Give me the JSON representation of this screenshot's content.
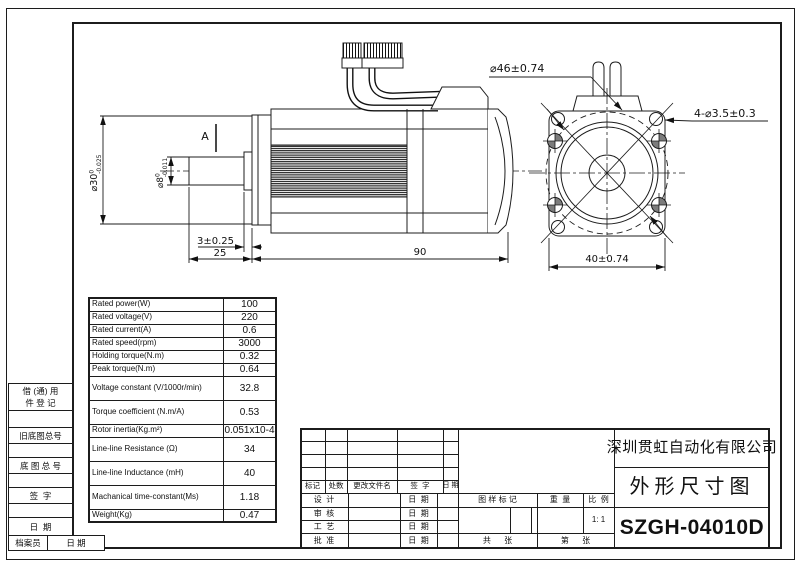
{
  "drawing": {
    "company": "深圳贯虹自动化有限公司",
    "title": "外形尺寸图",
    "model": "SZGH-04010D"
  },
  "spec_table": {
    "rows": [
      {
        "label": "Rated power(W)",
        "value": "100"
      },
      {
        "label": "Rated voltage(V)",
        "value": "220"
      },
      {
        "label": "Rated current(A)",
        "value": "0.6"
      },
      {
        "label": "Rated speed(rpm)",
        "value": "3000"
      },
      {
        "label": "Holding torque(N.m)",
        "value": "0.32"
      },
      {
        "label": "Peak torque(N.m)",
        "value": "0.64"
      },
      {
        "label": "Voltage constant (V/1000r/min)",
        "value": "32.8"
      },
      {
        "label": "Torque coefficient (N.m/A)",
        "value": "0.53"
      },
      {
        "label": "Rotor inertia(Kg.m²)",
        "value": "0.051x10-4"
      },
      {
        "label": "Line-line Resistance (Ω)",
        "value": "34"
      },
      {
        "label": "Line-line Inductance (mH)",
        "value": "40"
      },
      {
        "label": "Machanical time-constant(Ms)",
        "value": "1.18"
      },
      {
        "label": "Weight(Kg)",
        "value": "0.47"
      }
    ]
  },
  "dims": {
    "flange_pilot": {
      "base": "⌀30",
      "tol_upper": "0",
      "tol_lower": "-0.025"
    },
    "shaft_dia": {
      "base": "⌀8",
      "tol_upper": "0",
      "tol_lower": "-0.011"
    },
    "section_label": "A",
    "boss_length": "3±0.25",
    "shaft_length": "25",
    "body_length": "90",
    "pilot_circle": "⌀46±0.74",
    "mounting_holes": "4-⌀3.5±0.3",
    "hole_spacing": "40±0.74"
  },
  "title_block": {
    "rev_header": {
      "mark": "标记",
      "qty": "处数",
      "file": "更改文件名",
      "sign": "签  字",
      "date": "日 期"
    },
    "sign_rows": [
      {
        "label": "设  计",
        "date": "日  期"
      },
      {
        "label": "审  核",
        "date": "日  期"
      },
      {
        "label": "工  艺",
        "date": "日  期"
      },
      {
        "label": "批  准",
        "date": "日  期"
      }
    ],
    "stamp": {
      "mark": "图 样 标 记",
      "weight": "重  量",
      "scale_label": "比  例",
      "scale_value": "1: 1",
      "total_sheets": "共      张",
      "sheet_no": "第      张"
    }
  },
  "margin_blocks": {
    "borrow_line1": "借 (通) 用",
    "borrow_line2": "件 登 记",
    "old_master": "旧底图总号",
    "master": "底 图 总 号",
    "sign": "签  字",
    "date": "日  期",
    "archivist": "档案员",
    "archivist_date": "日 期"
  }
}
